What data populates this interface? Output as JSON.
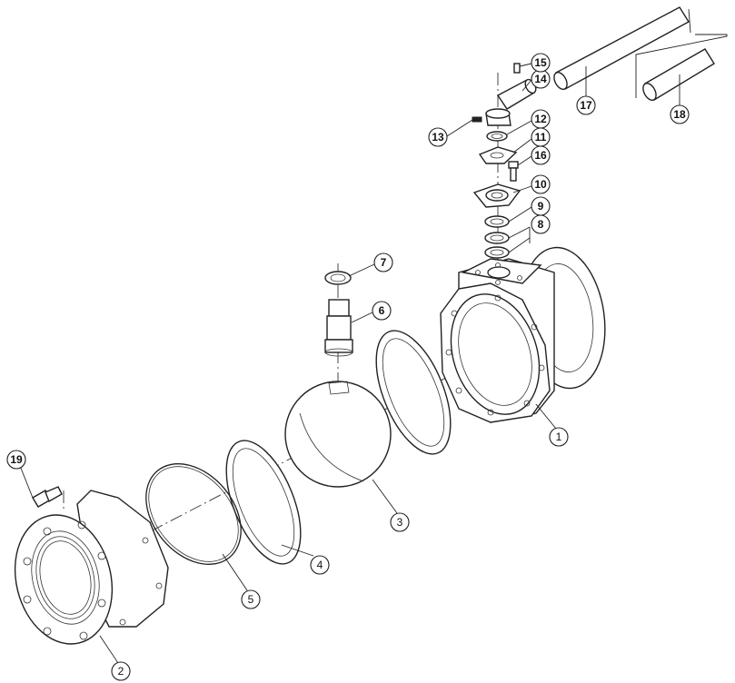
{
  "callouts": [
    {
      "id": "1",
      "label": "1",
      "bold": false
    },
    {
      "id": "2",
      "label": "2",
      "bold": false
    },
    {
      "id": "3",
      "label": "3",
      "bold": false
    },
    {
      "id": "4",
      "label": "4",
      "bold": false
    },
    {
      "id": "5",
      "label": "5",
      "bold": false
    },
    {
      "id": "6",
      "label": "6",
      "bold": true
    },
    {
      "id": "7",
      "label": "7",
      "bold": true
    },
    {
      "id": "8",
      "label": "8",
      "bold": true
    },
    {
      "id": "9",
      "label": "9",
      "bold": true
    },
    {
      "id": "10",
      "label": "10",
      "bold": true
    },
    {
      "id": "11",
      "label": "11",
      "bold": true
    },
    {
      "id": "12",
      "label": "12",
      "bold": true
    },
    {
      "id": "13",
      "label": "13",
      "bold": true
    },
    {
      "id": "14",
      "label": "14",
      "bold": true
    },
    {
      "id": "15",
      "label": "15",
      "bold": true
    },
    {
      "id": "16",
      "label": "16",
      "bold": true
    },
    {
      "id": "17",
      "label": "17",
      "bold": true
    },
    {
      "id": "18",
      "label": "18",
      "bold": true
    },
    {
      "id": "19",
      "label": "19",
      "bold": true
    }
  ]
}
